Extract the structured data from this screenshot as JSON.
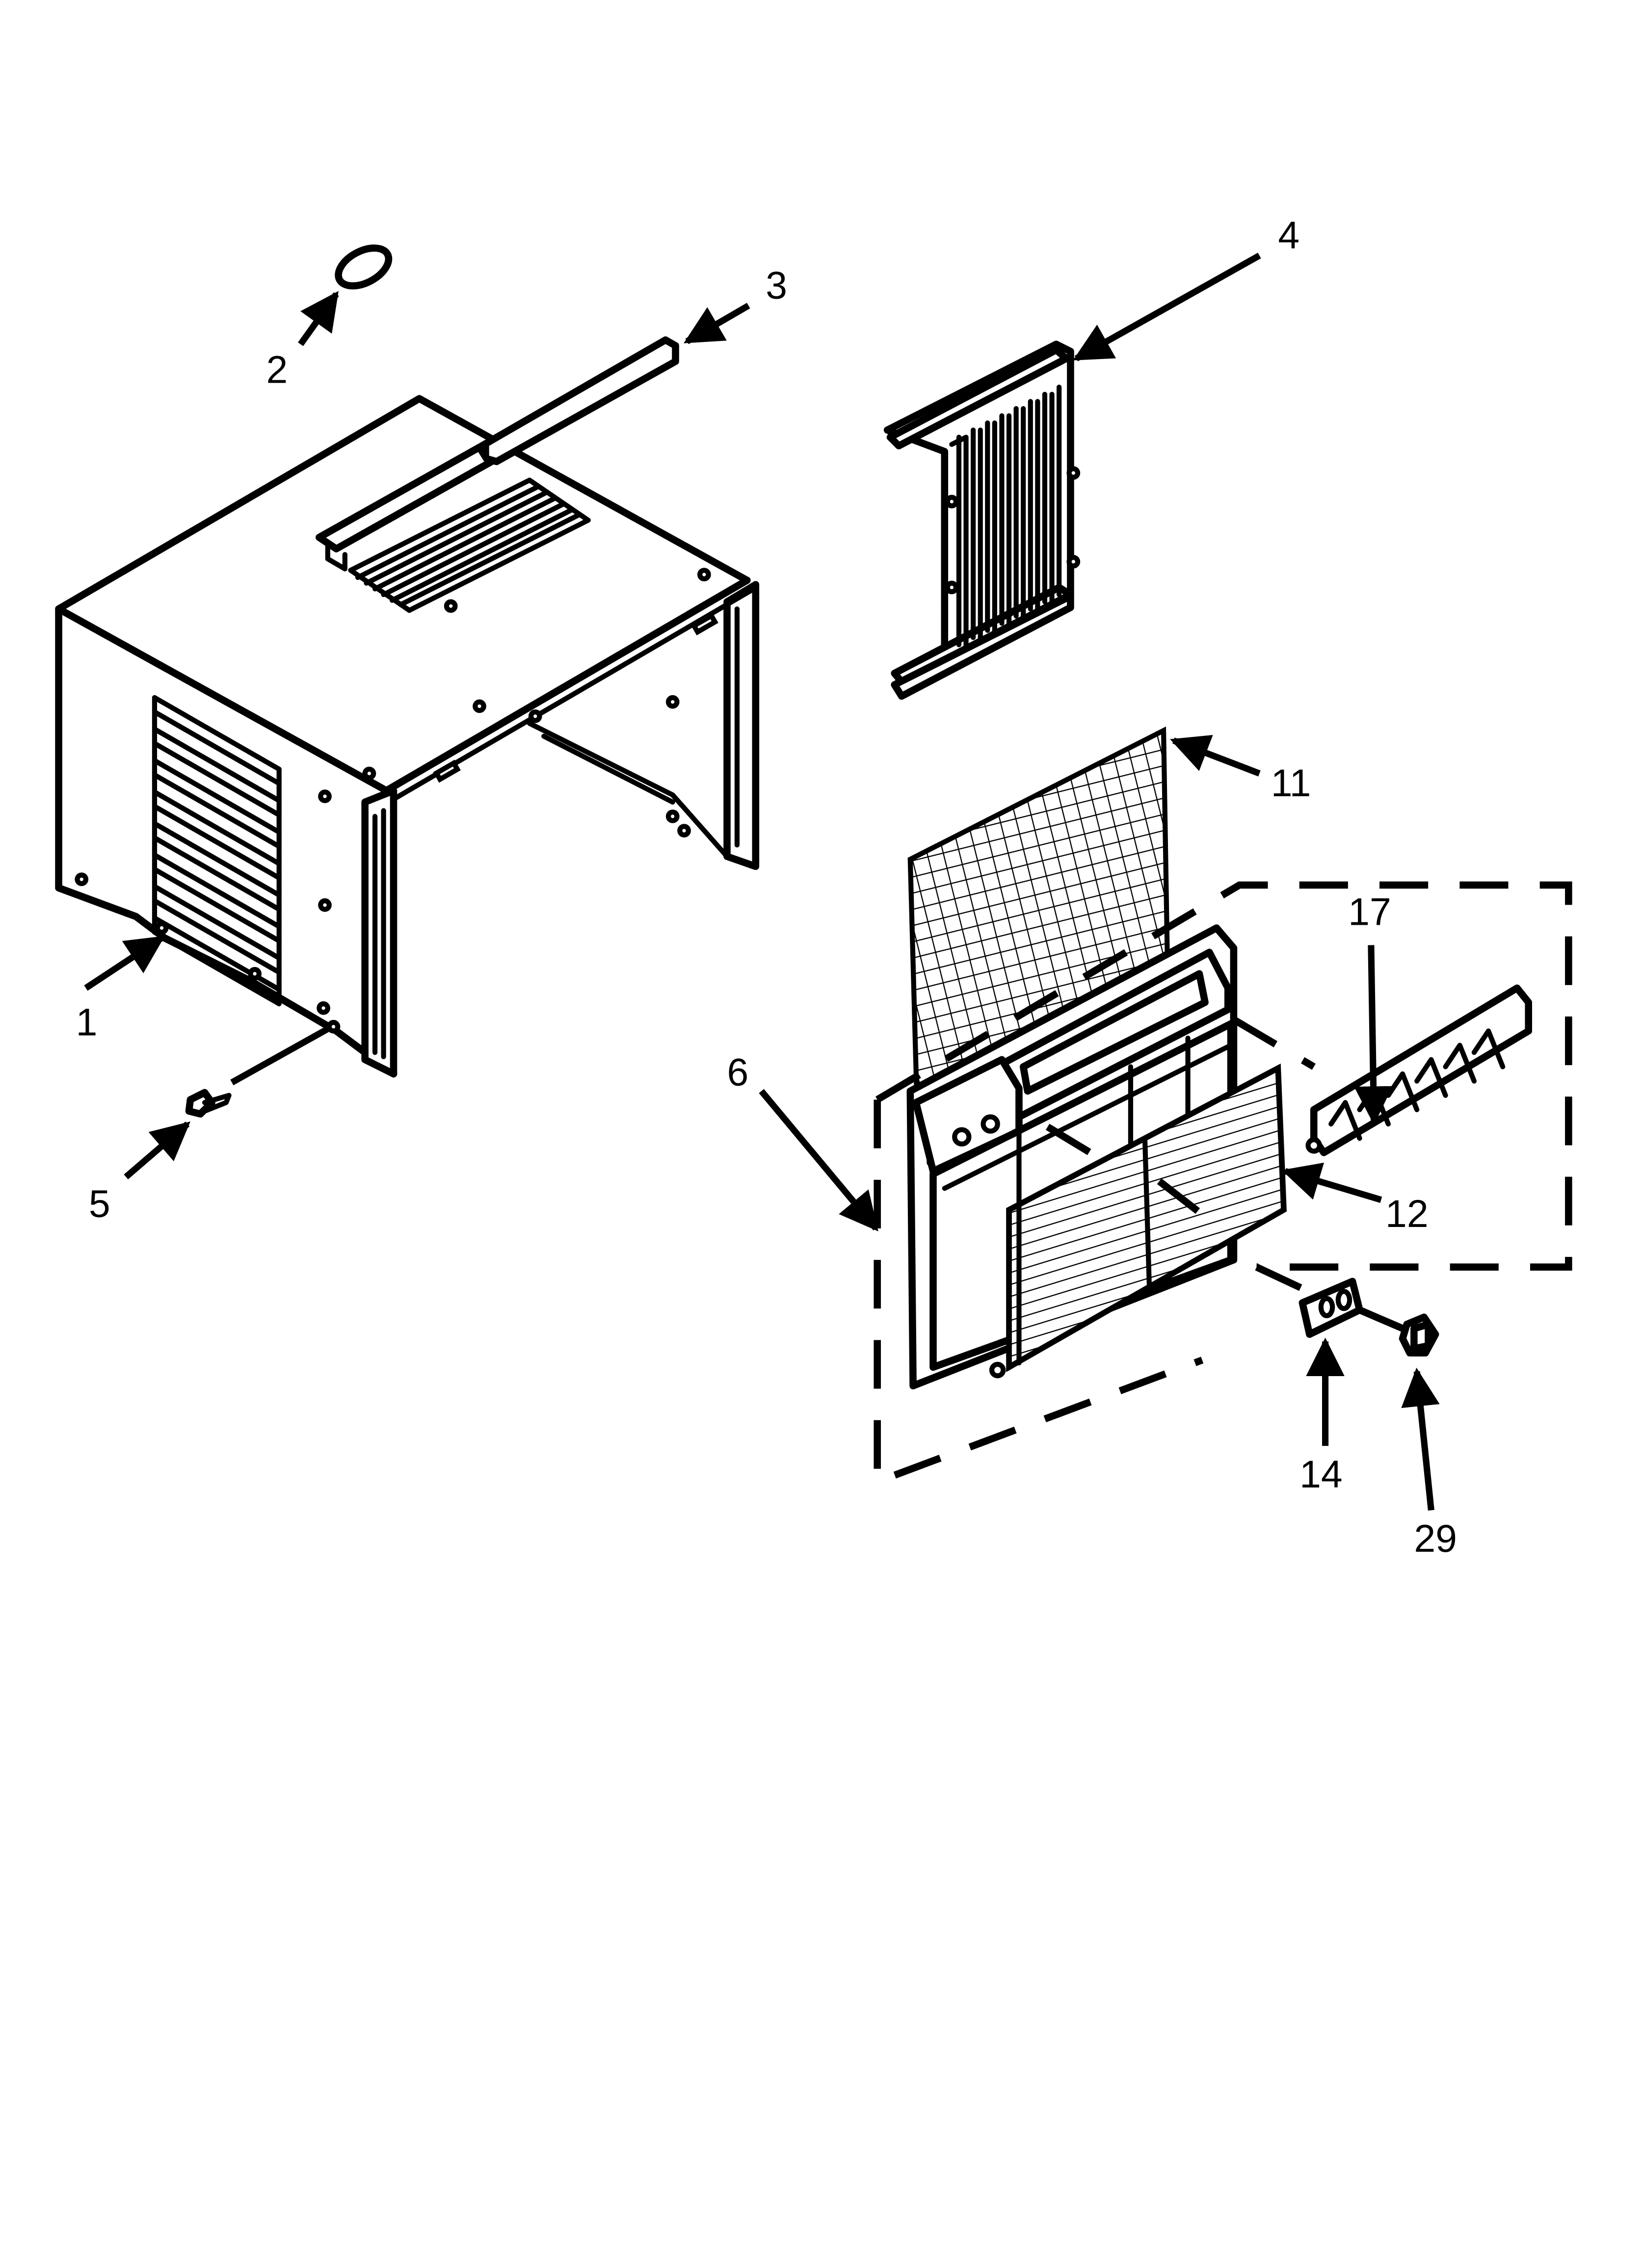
{
  "diagram": {
    "callouts": [
      {
        "id": "1",
        "label": "1"
      },
      {
        "id": "2",
        "label": "2"
      },
      {
        "id": "3",
        "label": "3"
      },
      {
        "id": "4",
        "label": "4"
      },
      {
        "id": "5",
        "label": "5"
      },
      {
        "id": "6",
        "label": "6"
      },
      {
        "id": "11",
        "label": "11"
      },
      {
        "id": "12",
        "label": "12"
      },
      {
        "id": "14",
        "label": "14"
      },
      {
        "id": "17",
        "label": "17"
      },
      {
        "id": "29",
        "label": "29"
      }
    ]
  }
}
